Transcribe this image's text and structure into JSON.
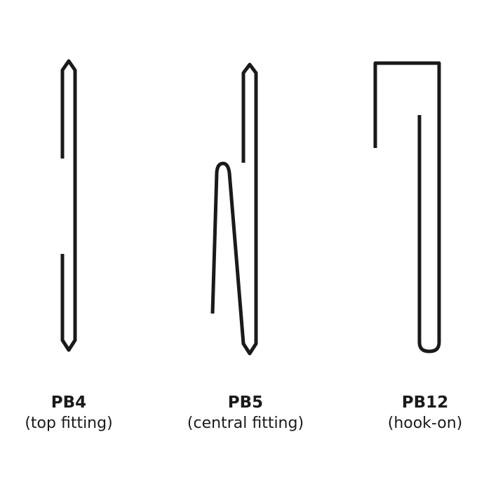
{
  "profiles": [
    {
      "code": "PB4",
      "description": "(top fitting)",
      "icon": "top-fitting-profile-icon"
    },
    {
      "code": "PB5",
      "description": "(central fitting)",
      "icon": "central-fitting-profile-icon"
    },
    {
      "code": "PB12",
      "description": "(hook-on)",
      "icon": "hook-on-profile-icon"
    }
  ],
  "colors": {
    "line": "#1a1a1a",
    "background": "#ffffff"
  }
}
